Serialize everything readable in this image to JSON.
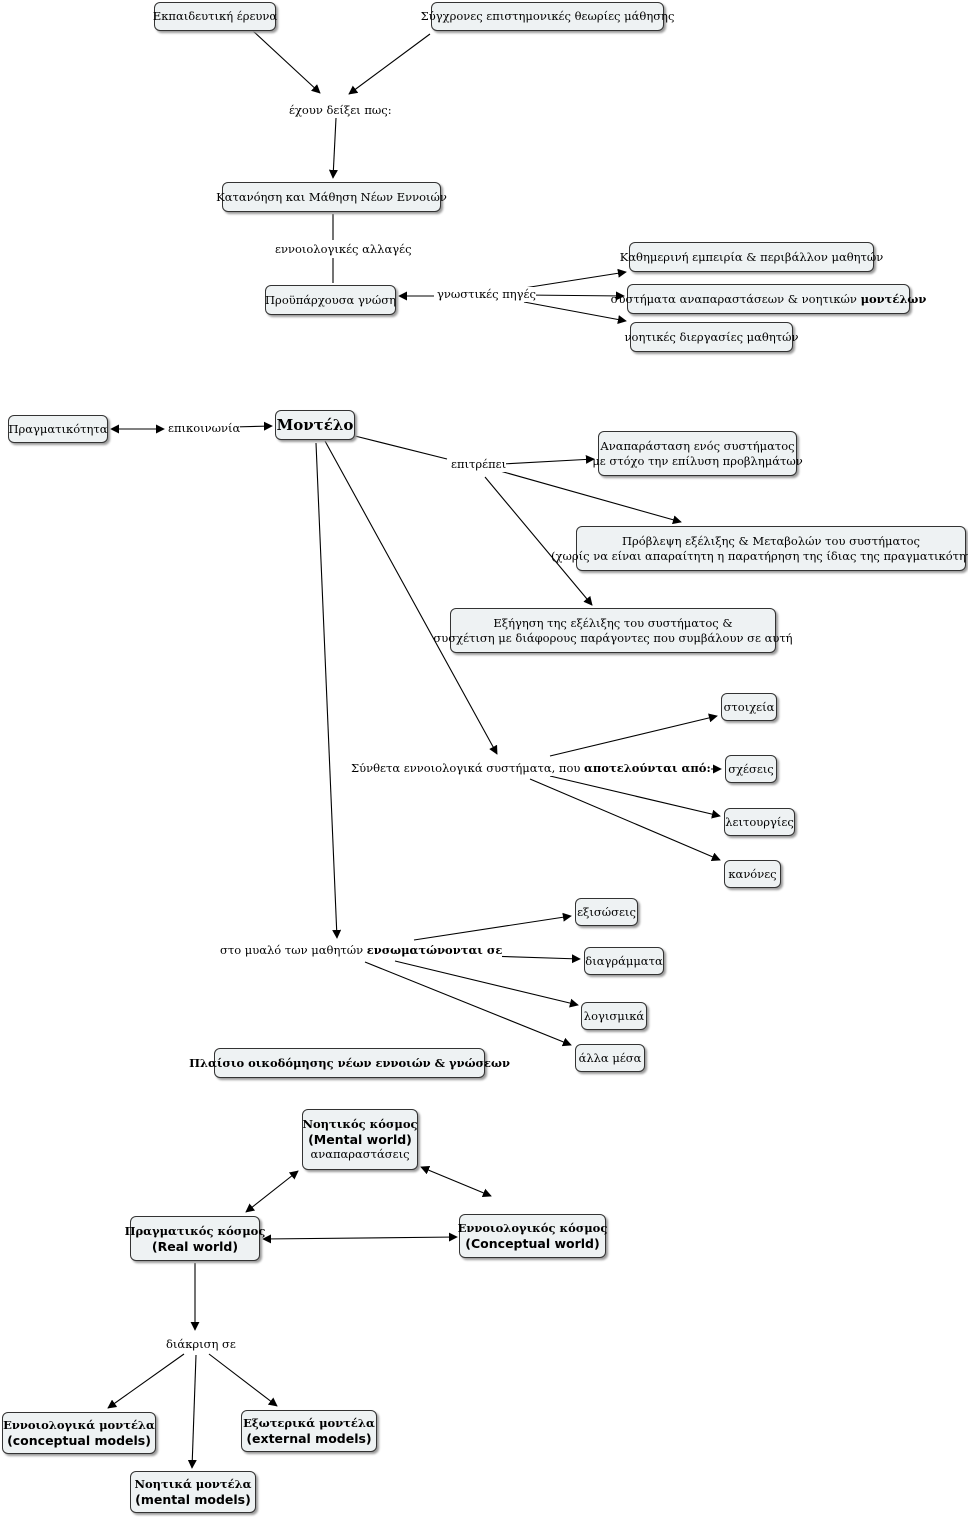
{
  "nodes": {
    "research": "Εκπαιδευτική έρευνα",
    "theories": "Σύγχρονες επιστημονικές θεωρίες μάθησης",
    "understanding": "Κατανόηση και Μάθηση Νέων Εννοιών",
    "prior": "Προϋπάρχουσα γνώση",
    "everyday": "Καθημερινή εμπειρία & περιβάλλον μαθητών",
    "systems_pre": "συστήματα αναπαραστάσεων & νοητικών ",
    "systems_bold": "μοντέλων",
    "processes": "νοητικές διεργασίες μαθητών",
    "reality": "Πραγματικότητα",
    "model": "Μοντέλο",
    "repr_l1": "Αναπαράσταση ενός συστήματος",
    "repr_l2": "με στόχο την επίλυση προβλημάτων",
    "predict_l1": "Πρόβλεψη εξέλιξης & Μεταβολών του συστήματος",
    "predict_l2": "(χωρίς να είναι απαραίτητη η παρατήρηση της ίδιας της πραγματικότητας)",
    "explain_l1": "Εξήγηση της εξέλιξης του συστήματος &",
    "explain_l2": "συσχέτιση με διάφορους παράγοντες που συμβάλουν σε αυτή",
    "elements": "στοιχεία",
    "relations": "σχέσεις",
    "functions": "λειτουργίες",
    "rules": "κανόνες",
    "equations": "εξισώσεις",
    "diagrams": "διαγράμματα",
    "software": "λογισμικά",
    "other_media": "άλλα μέσα",
    "frame": "Πλαίσιο οικοδόμησης νέων εννοιών & γνώσεων",
    "mental_world_l1": "Νοητικός κόσμος",
    "mental_world_l2": "(Mental world)",
    "mental_world_l3": "αναπαραστάσεις",
    "real_world_l1": "Πραγματικός κόσμος",
    "real_world_l2": "(Real world)",
    "conceptual_world_l1": "Εννοιολογικός κόσμος",
    "conceptual_world_l2": "(Conceptual world)",
    "conceptual_models_l1": "Εννοιολογικά μοντέλα",
    "conceptual_models_l2": "(conceptual models)",
    "external_models_l1": "Εξωτερικά μοντέλα",
    "external_models_l2": "(external models)",
    "mental_models_l1": "Νοητικά μοντέλα",
    "mental_models_l2": "(mental models)"
  },
  "links": {
    "have_shown": "έχουν δείξει πως:",
    "conceptual_changes": "εννοιολογικές αλλαγές",
    "cognitive_sources": "γνωστικές πηγές",
    "communication": "επικοινωνία",
    "allows": "επιτρέπει",
    "complex_pre": "Σύνθετα εννοιολογικά συστήματα, που ",
    "complex_bold": "αποτελούνται από:",
    "mind_pre": "στο μυαλό των μαθητών ",
    "mind_bold": "ενσωματώνονται σε",
    "distinction": "διάκριση σε"
  }
}
